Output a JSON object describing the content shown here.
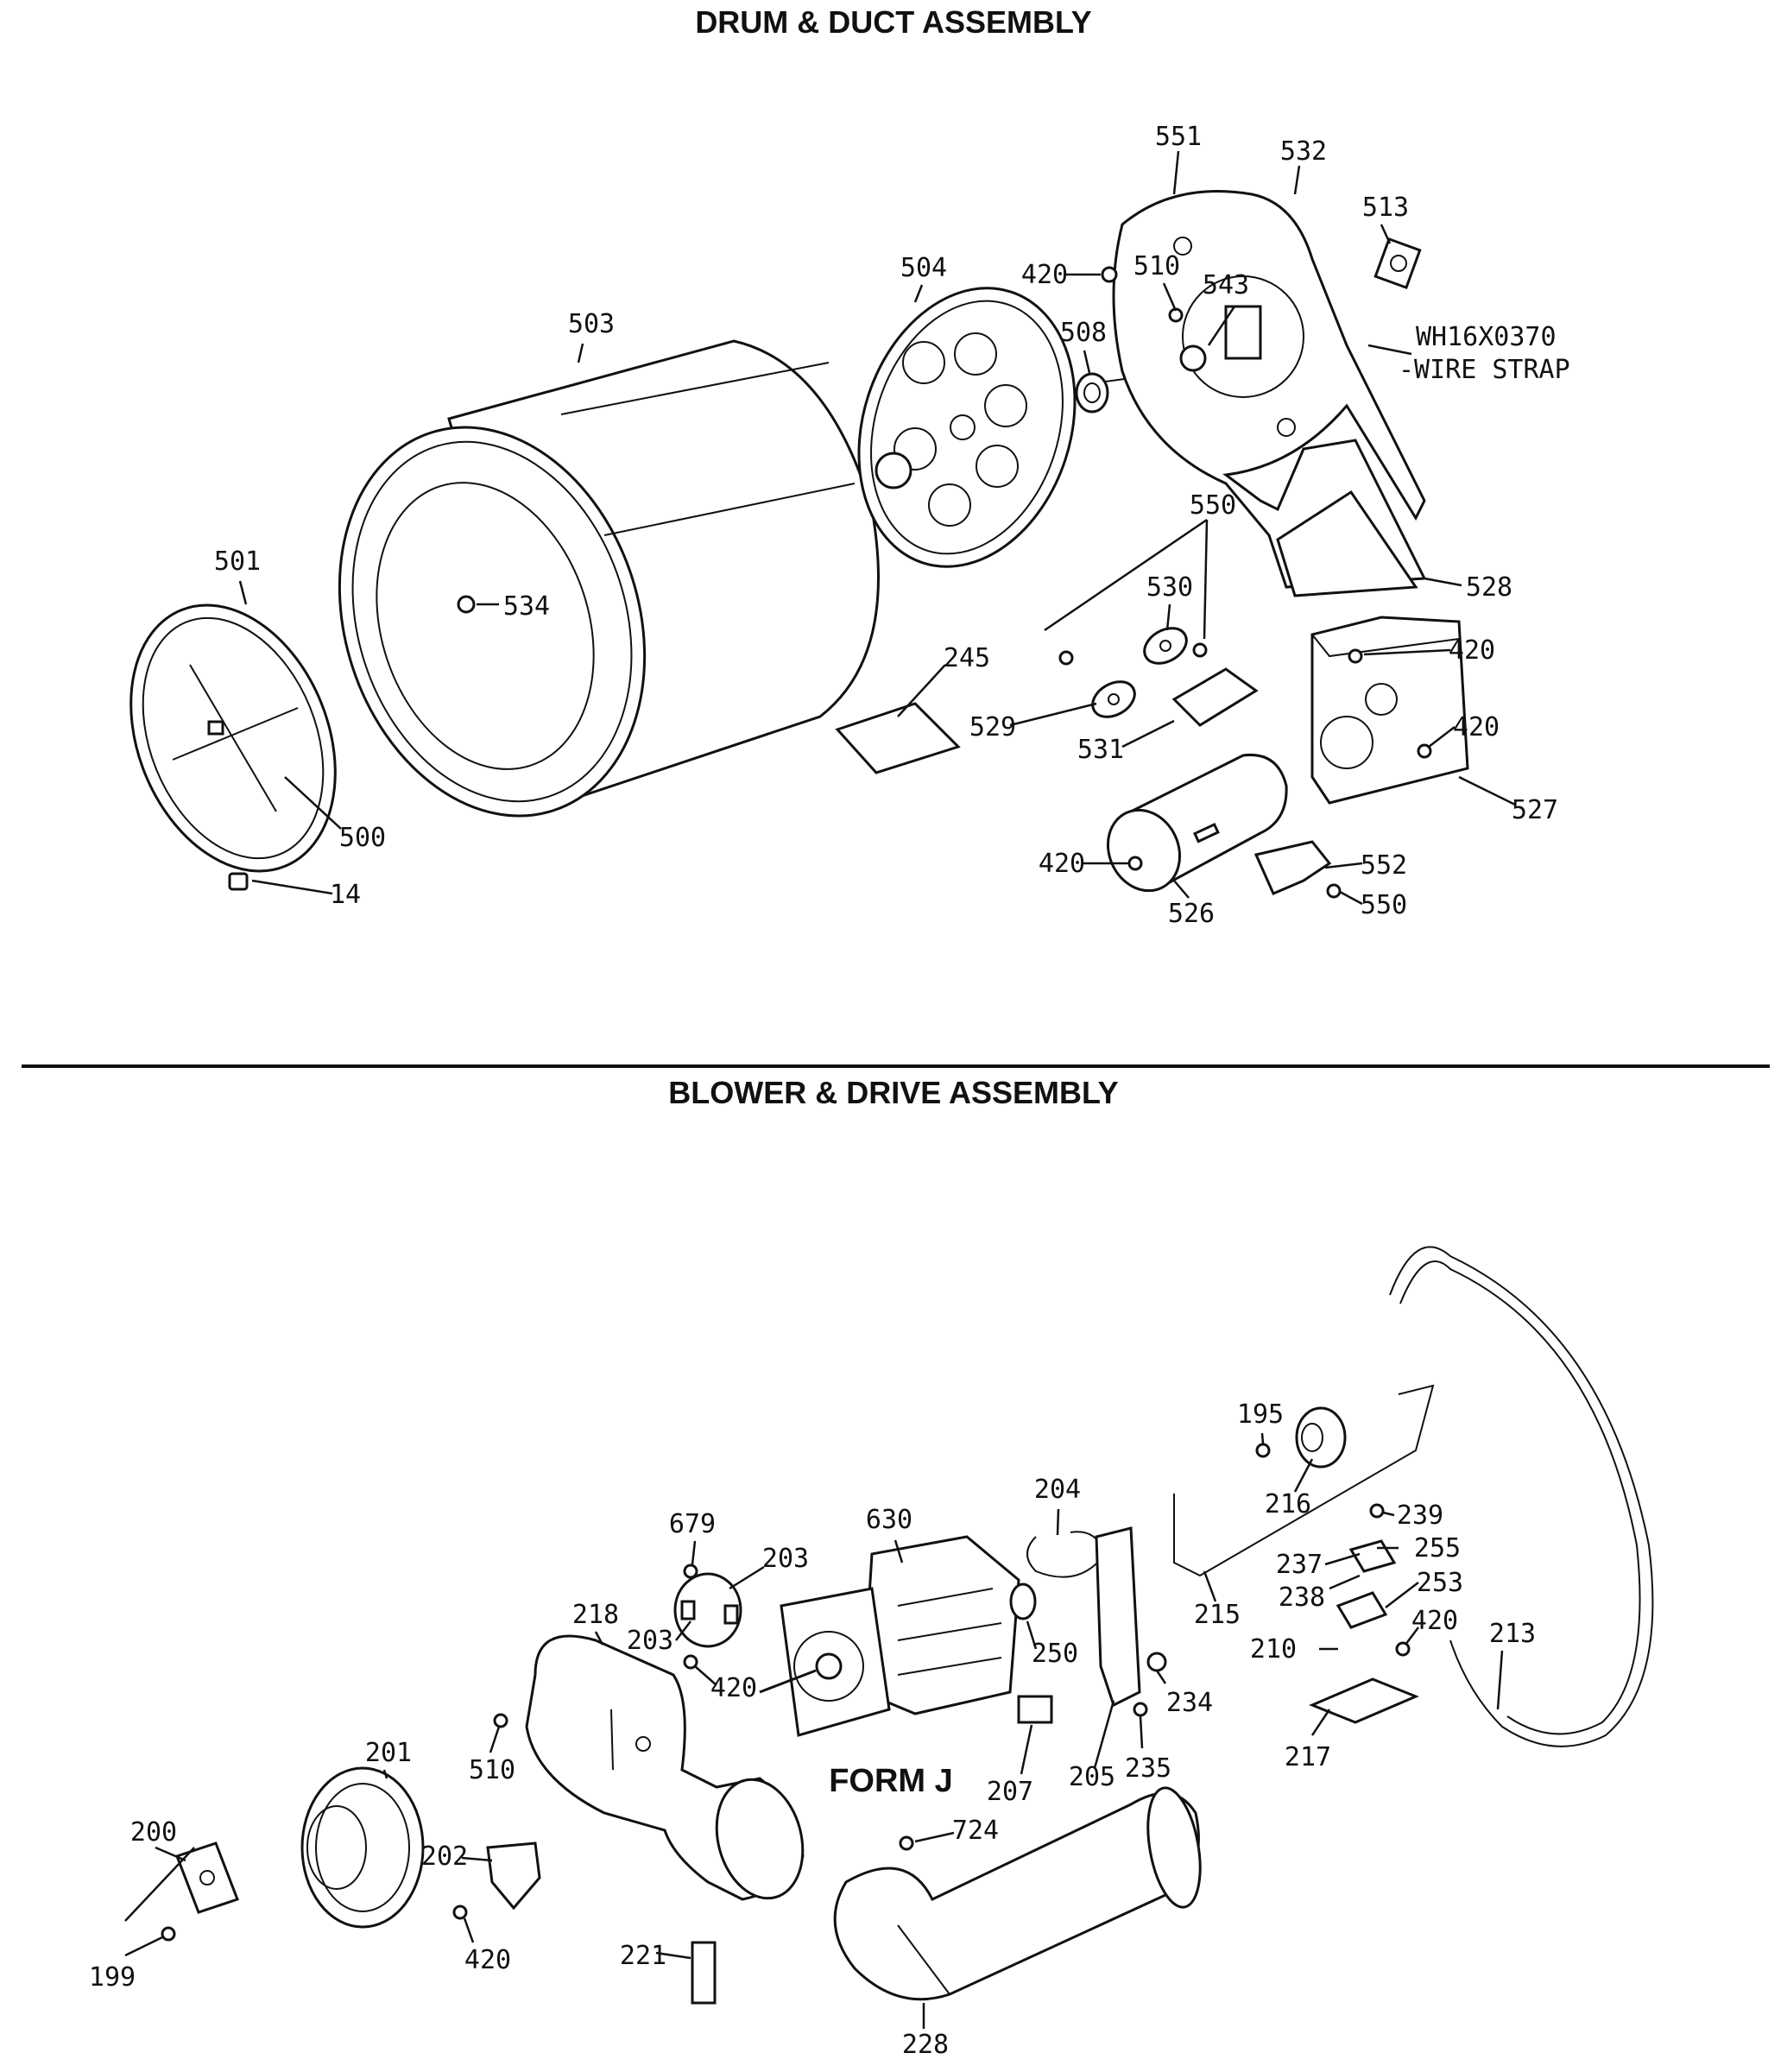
{
  "sections": {
    "drum_duct_title": "DRUM & DUCT ASSEMBLY",
    "blower_drive_title": "BLOWER & DRIVE ASSEMBLY"
  },
  "notes": {
    "wire_strap_part": "WH16X0370",
    "wire_strap_label": "-WIRE STRAP",
    "form": "FORM J"
  },
  "callouts": {
    "c14": "14",
    "c195": "195",
    "c199": "199",
    "c200": "200",
    "c201": "201",
    "c202": "202",
    "c203a": "203",
    "c203b": "203",
    "c204": "204",
    "c205": "205",
    "c207": "207",
    "c210": "210",
    "c213": "213",
    "c215": "215",
    "c216": "216",
    "c217": "217",
    "c218": "218",
    "c221": "221",
    "c228": "228",
    "c234": "234",
    "c235": "235",
    "c237": "237",
    "c238": "238",
    "c239": "239",
    "c245": "245",
    "c250": "250",
    "c253": "253",
    "c255": "255",
    "c420a": "420",
    "c420b": "420",
    "c420c": "420",
    "c420d": "420",
    "c420e": "420",
    "c420f": "420",
    "c420g": "420",
    "c500": "500",
    "c501": "501",
    "c503": "503",
    "c504": "504",
    "c508": "508",
    "c510a": "510",
    "c510b": "510",
    "c513": "513",
    "c526": "526",
    "c527": "527",
    "c528": "528",
    "c529": "529",
    "c530": "530",
    "c531": "531",
    "c532": "532",
    "c534": "534",
    "c543": "543",
    "c550a": "550",
    "c550b": "550",
    "c551": "551",
    "c552": "552",
    "c630": "630",
    "c679": "679",
    "c724": "724"
  }
}
